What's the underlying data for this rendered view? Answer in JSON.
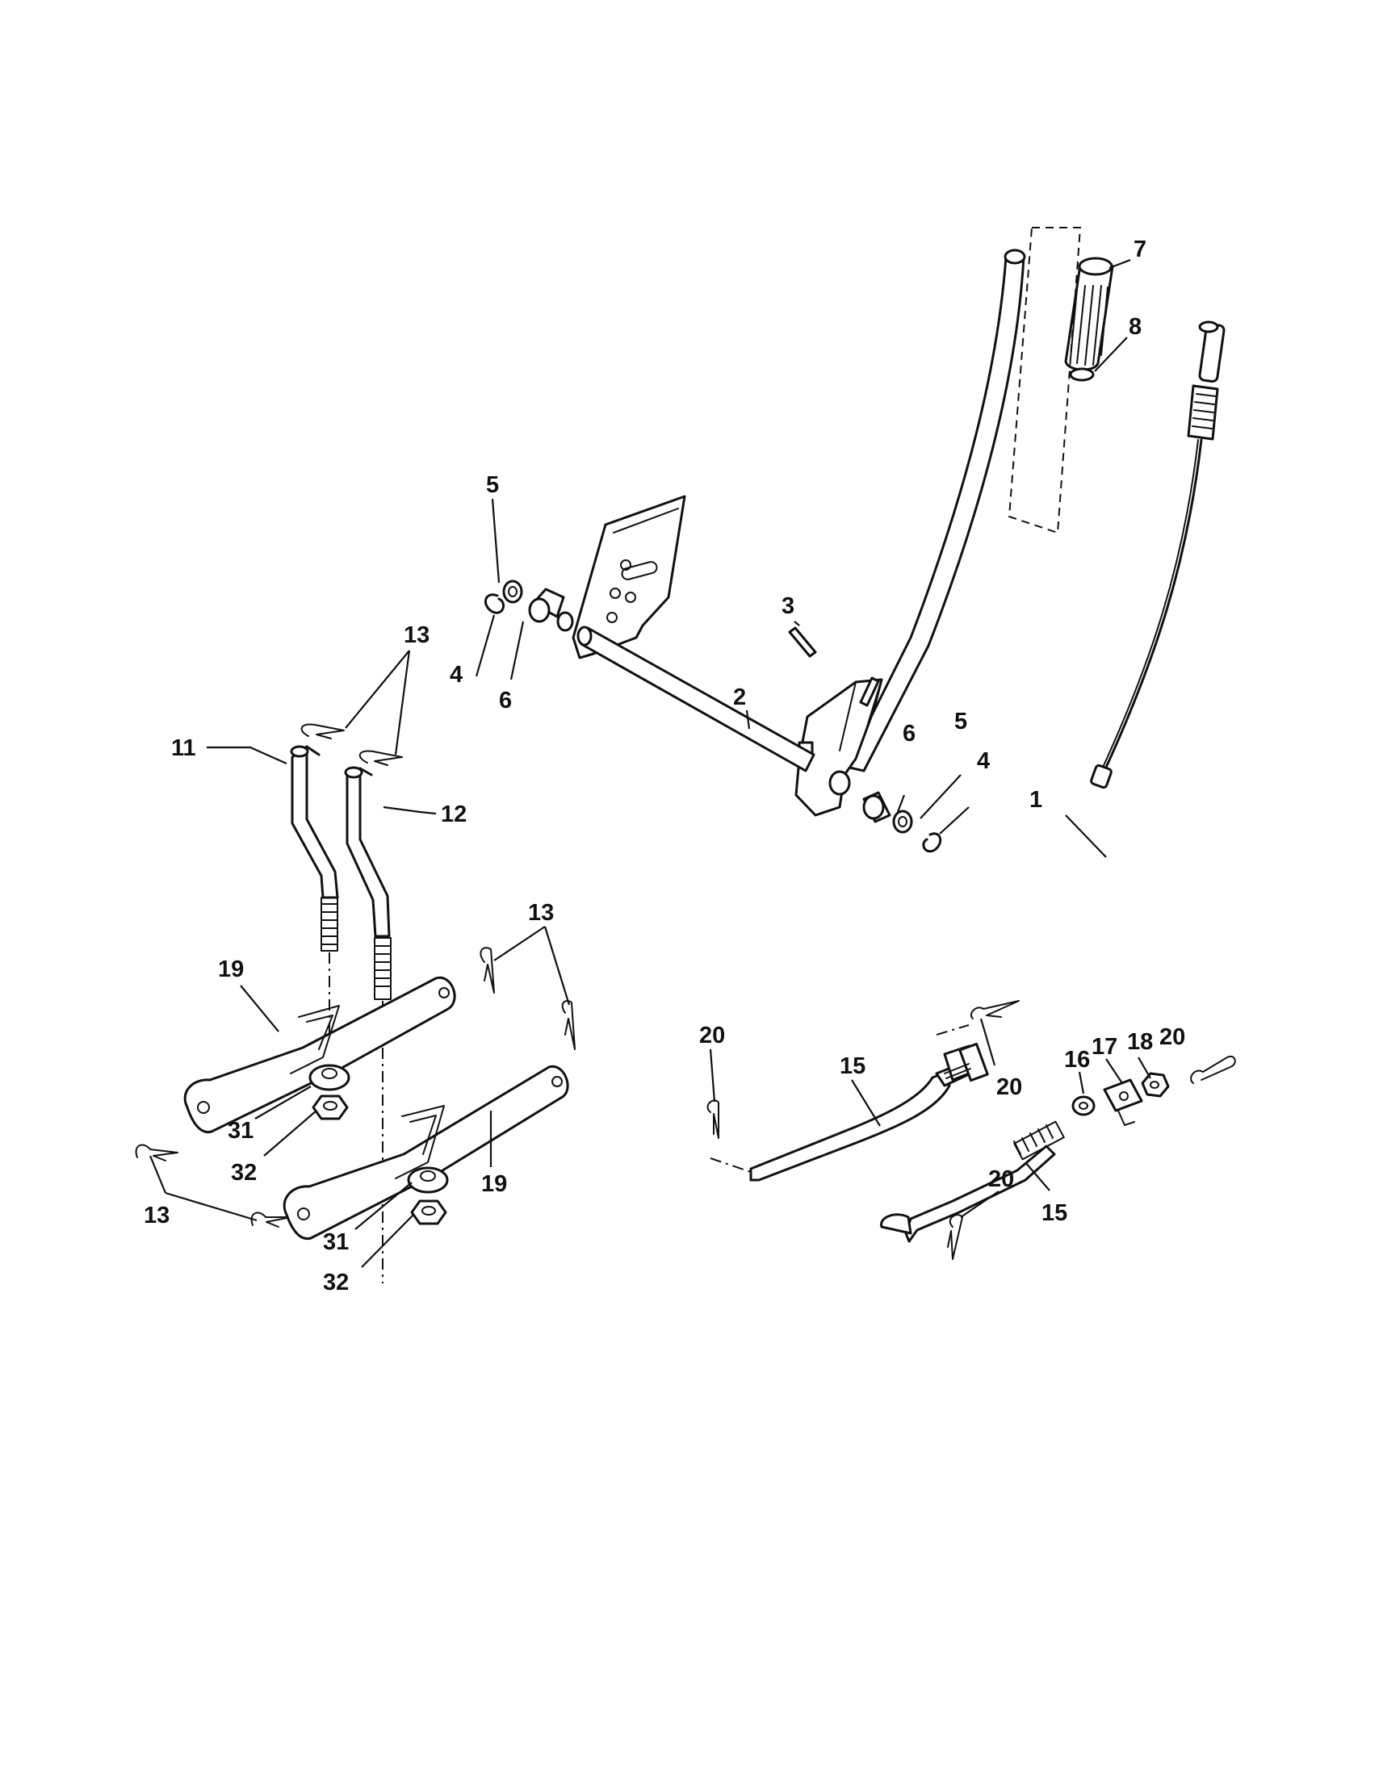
{
  "diagram": {
    "callouts": {
      "c1": "1",
      "c2": "2",
      "c3": "3",
      "c4a": "4",
      "c4b": "4",
      "c5a": "5",
      "c5b": "5",
      "c6a": "6",
      "c6b": "6",
      "c7": "7",
      "c8": "8",
      "c11": "11",
      "c12": "12",
      "c13a": "13",
      "c13b": "13",
      "c13c": "13",
      "c15a": "15",
      "c15b": "15",
      "c16": "16",
      "c17": "17",
      "c18": "18",
      "c19a": "19",
      "c19b": "19",
      "c20a": "20",
      "c20b": "20",
      "c20c": "20",
      "c20d": "20",
      "c31a": "31",
      "c31b": "31",
      "c32a": "32",
      "c32b": "32"
    }
  }
}
